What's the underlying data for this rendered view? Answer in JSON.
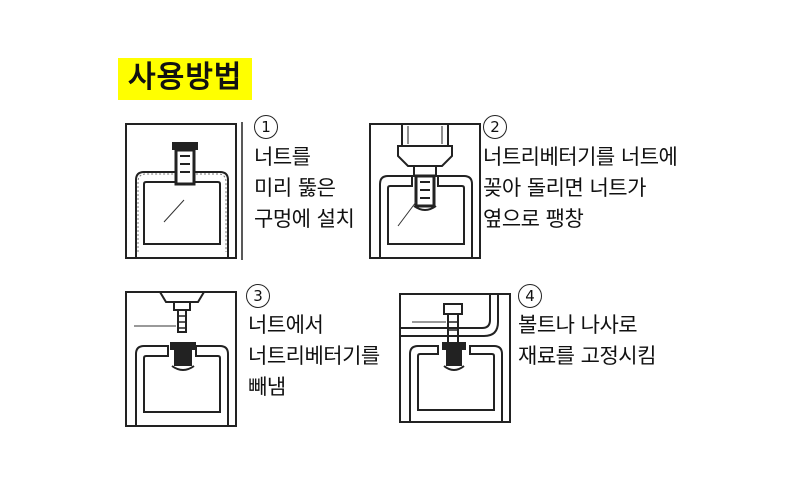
{
  "title": "사용방법",
  "steps": [
    {
      "number": "1",
      "lines": [
        "너트를",
        "미리 뚫은",
        "구멍에 설치"
      ]
    },
    {
      "number": "2",
      "lines": [
        "너트리베터기를 너트에",
        "꽂아 돌리면 너트가",
        "옆으로 팽창"
      ]
    },
    {
      "number": "3",
      "lines": [
        "너트에서",
        "너트리베터기를",
        "빼냄"
      ]
    },
    {
      "number": "4",
      "lines": [
        "볼트나 나사로",
        "재료를 고정시킴"
      ]
    }
  ]
}
